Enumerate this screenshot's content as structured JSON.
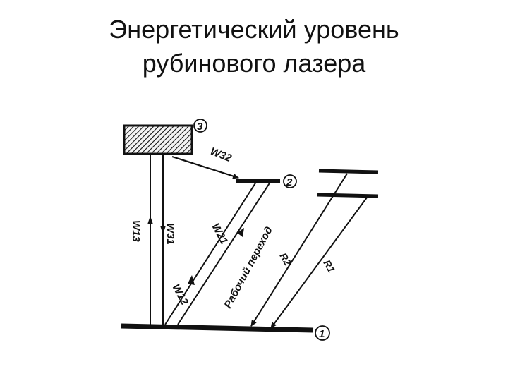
{
  "title": {
    "line1": "Энергетический уровень",
    "line2": "рубинового лазера"
  },
  "diagram": {
    "levels": [
      {
        "label": "1"
      },
      {
        "label": "2"
      },
      {
        "label": "3"
      }
    ],
    "transitions": {
      "w32": "W32",
      "w13": "W13",
      "w31": "W31",
      "w21": "W21",
      "w12": "W12",
      "r2": "R2",
      "r1": "R1"
    },
    "working_transition": "Рабочий переход"
  }
}
